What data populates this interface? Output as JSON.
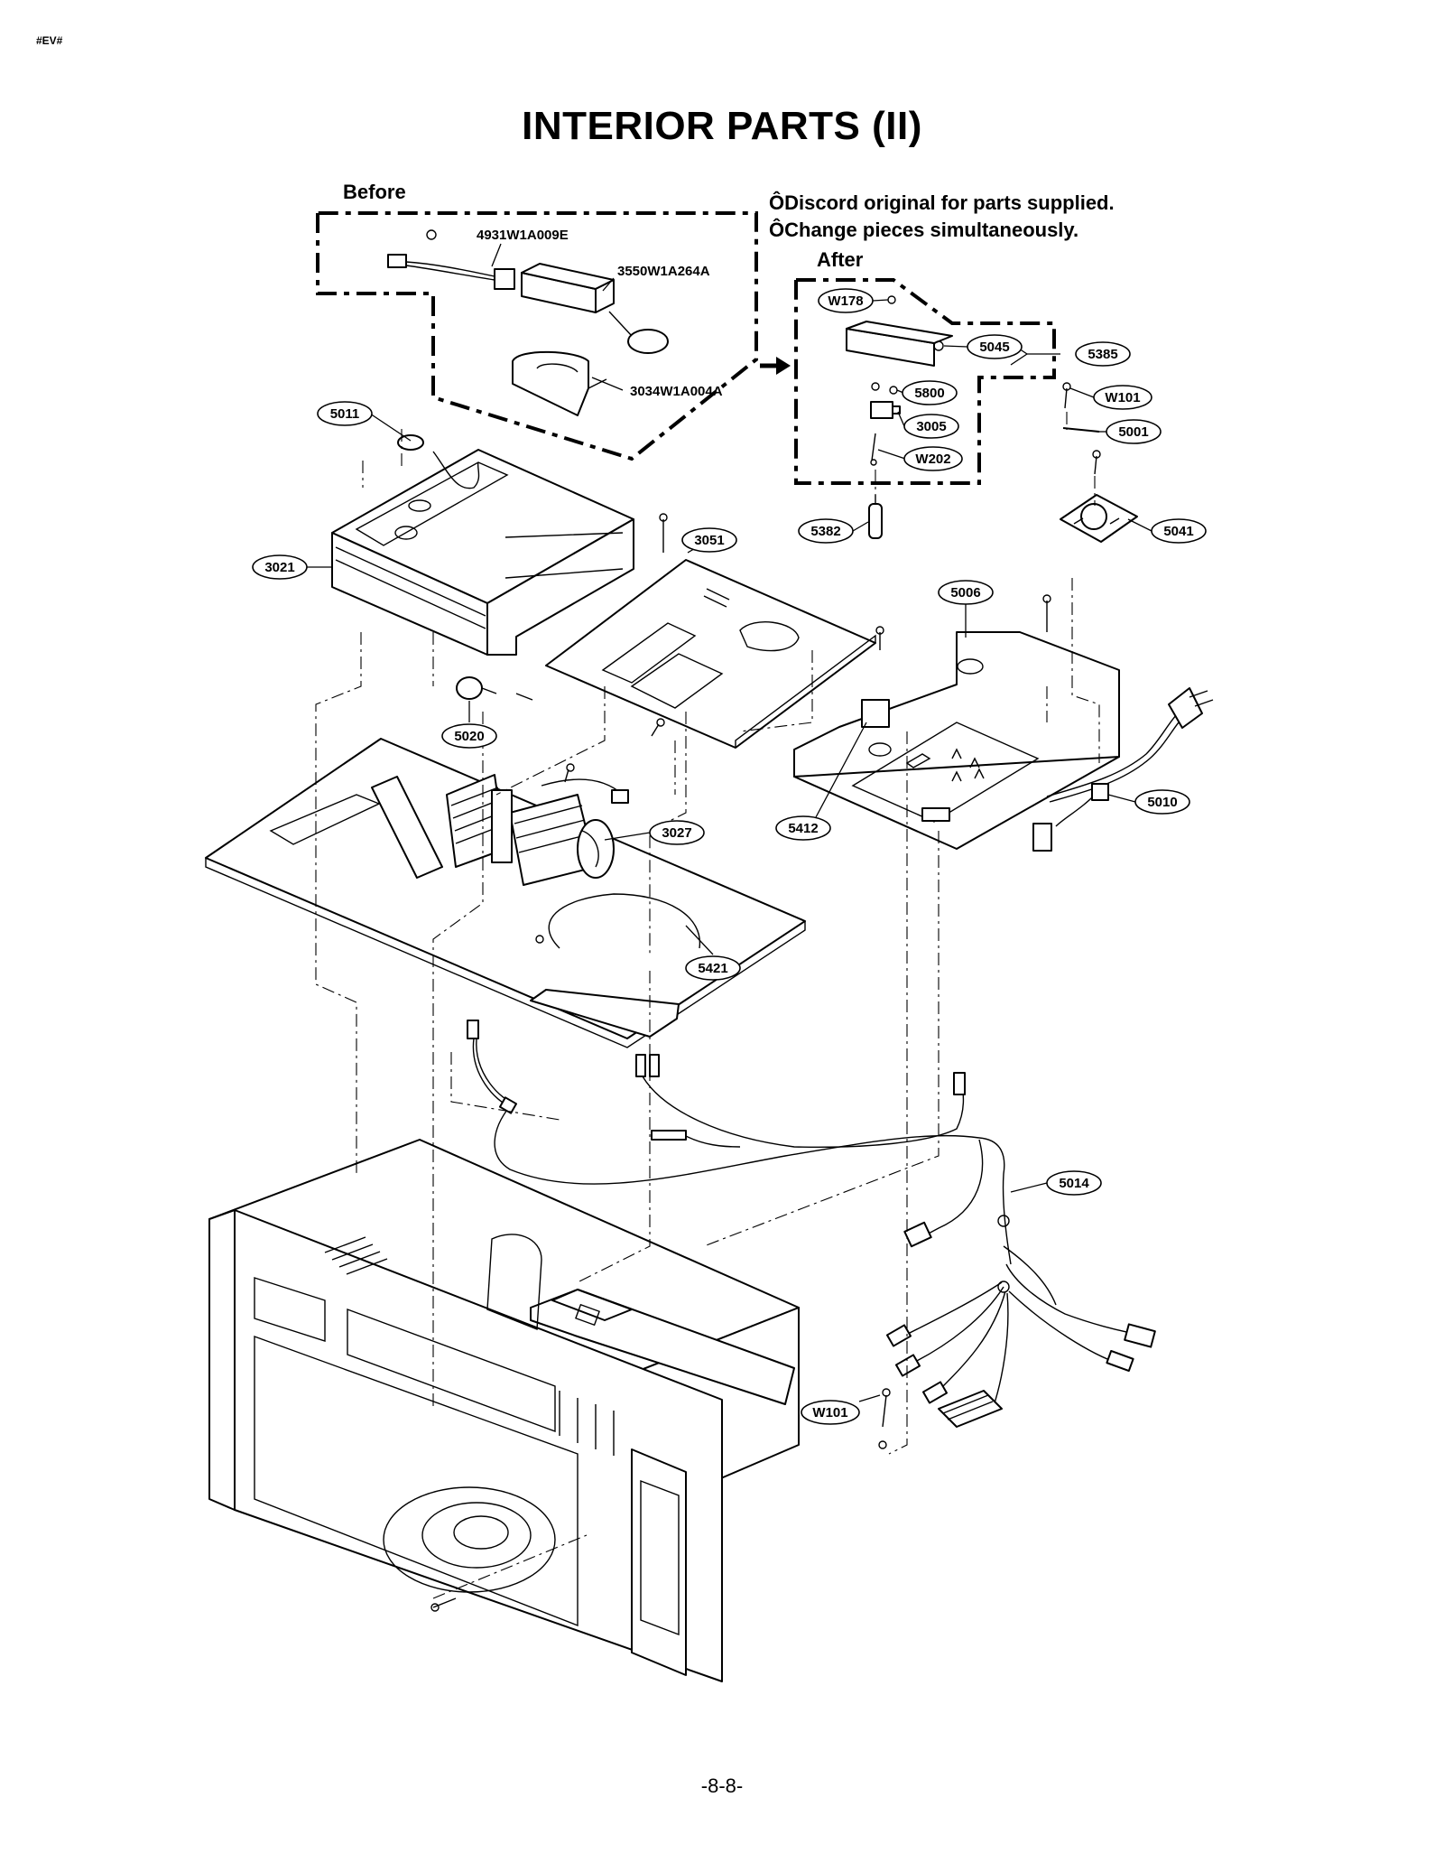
{
  "corner_tag": "#EV#",
  "title": "INTERIOR PARTS (II)",
  "page_number": "-8-8-",
  "before_label": "Before",
  "after_label": "After",
  "notes": [
    "ÔDiscord original for parts supplied.",
    "ÔChange pieces simultaneously."
  ],
  "part_numbers": {
    "wire_harness": "4931W1A009E",
    "bracket": "3550W1A264A",
    "cover": "3034W1A004A"
  },
  "callouts": {
    "c5011": "5011",
    "c3021": "3021",
    "c3051": "3051",
    "c5020": "5020",
    "c3027": "3027",
    "c5421": "5421",
    "c5412": "5412",
    "c5006": "5006",
    "c5010": "5010",
    "c5014": "5014",
    "cW101b": "W101",
    "cW178": "W178",
    "c5045": "5045",
    "c5385": "5385",
    "c5800": "5800",
    "c3005": "3005",
    "cW202": "W202",
    "c5382": "5382",
    "cW101a": "W101",
    "c5001": "5001",
    "c5041": "5041"
  }
}
